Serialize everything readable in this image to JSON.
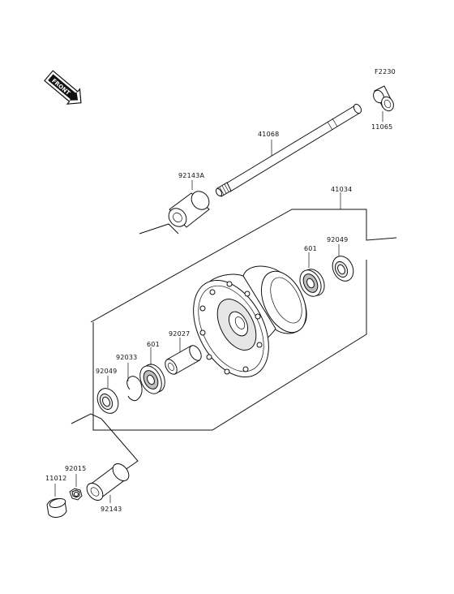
{
  "figure_code": "F2230",
  "front_badge": "FRONT",
  "labels": {
    "p11065": "11065",
    "p41068": "41068",
    "p92143A": "92143A",
    "p41034": "41034",
    "p601_right": "601",
    "p92049_right": "92049",
    "p92027": "92027",
    "p601_left": "601",
    "p92033": "92033",
    "p92049_left": "92049",
    "p92015": "92015",
    "p11012": "11012",
    "p92143": "92143"
  }
}
